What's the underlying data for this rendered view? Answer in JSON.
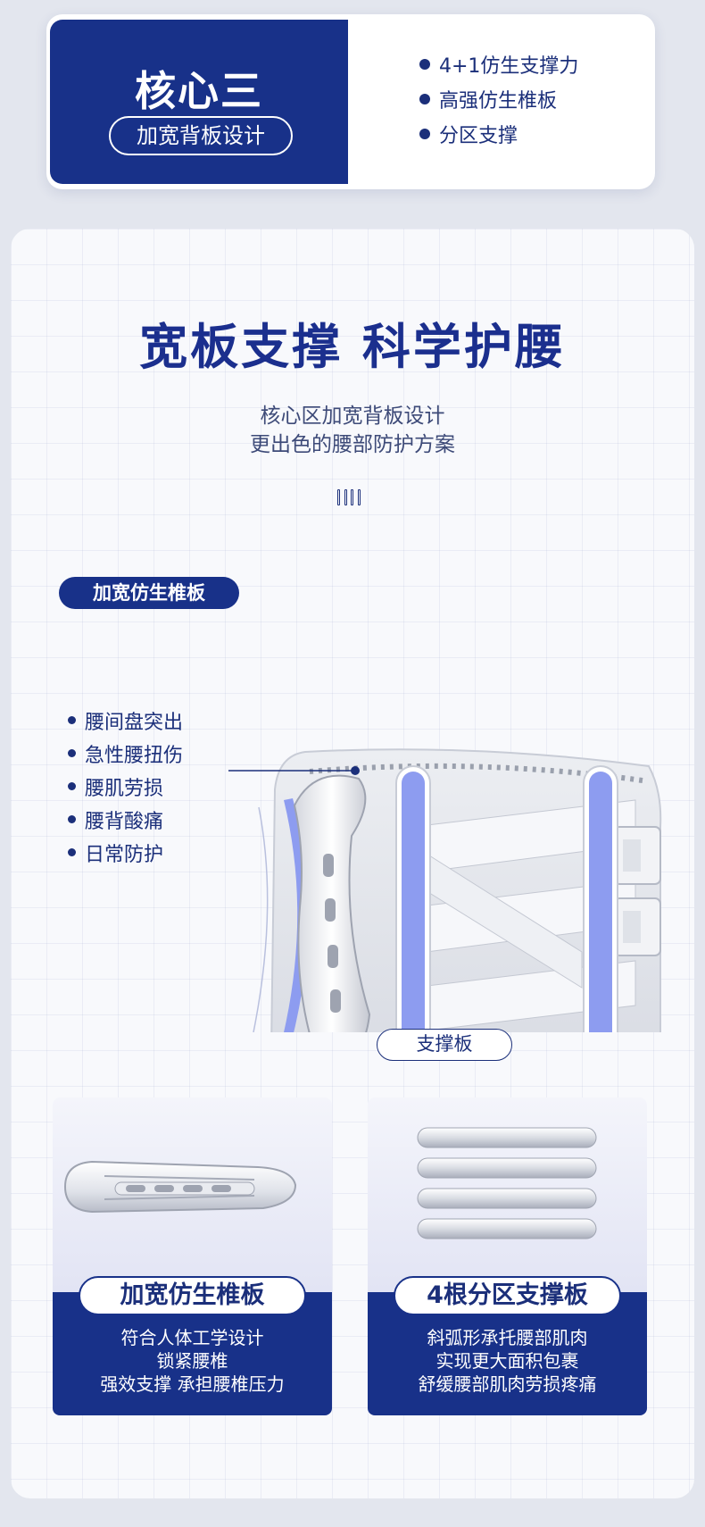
{
  "top_card": {
    "title": "核心三",
    "subtitle": "加宽背板设计",
    "features": [
      "4+1仿生支撑力",
      "高强仿生椎板",
      "分区支撑"
    ]
  },
  "main": {
    "headline": "宽板支撑 科学护腰",
    "sublines": [
      "核心区加宽背板设计",
      "更出色的腰部防护方案"
    ],
    "diagram": {
      "plate_tag": "加宽仿生椎板",
      "symptoms": [
        "腰间盘突出",
        "急性腰扭伤",
        "腰肌劳损",
        "腰背酸痛",
        "日常防护"
      ],
      "support_label": "支撑板"
    }
  },
  "cards": [
    {
      "title": "加宽仿生椎板",
      "lines": [
        "符合人体工学设计",
        "锁紧腰椎",
        "强效支撑 承担腰椎压力"
      ]
    },
    {
      "title": "4根分区支撑板",
      "lines": [
        "斜弧形承托腰部肌肉",
        "实现更大面积包裹",
        "舒缓腰部肌肉劳损疼痛"
      ]
    }
  ],
  "colors": {
    "brand_navy": "#183189",
    "text_navy": "#1b2f7a",
    "accent_lilac": "#8d9cf0",
    "page_bg": "#e3e6ee"
  }
}
